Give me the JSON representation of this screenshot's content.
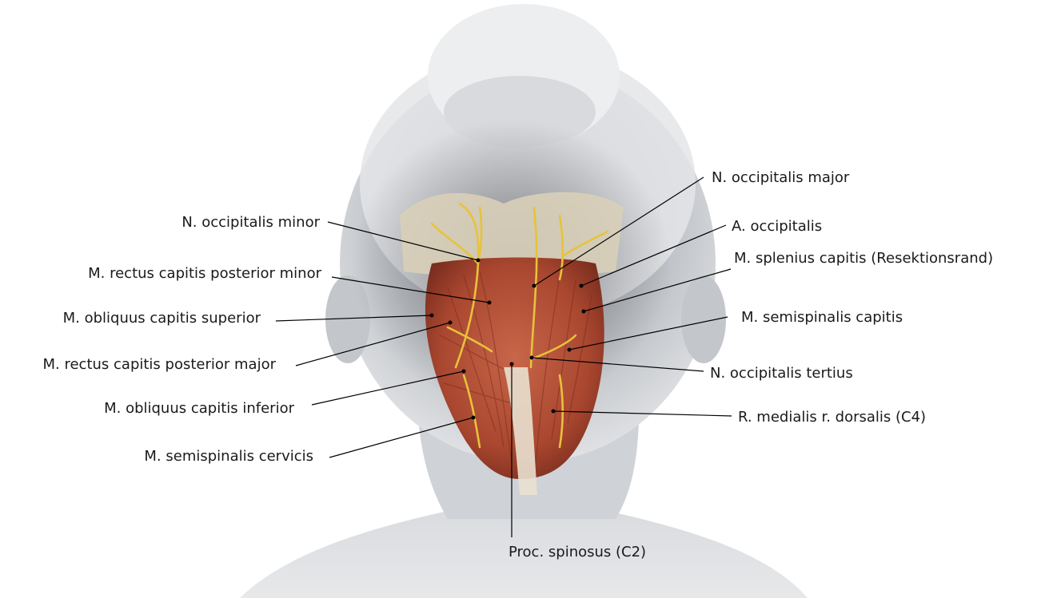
{
  "labels": {
    "n_occipitalis_minor": "N. occipitalis minor",
    "m_rectus_capitis_posterior_minor": "M. rectus capitis posterior minor",
    "m_obliquus_capitis_superior": "M. obliquus capitis superior",
    "m_rectus_capitis_posterior_major": "M. rectus capitis posterior major",
    "m_obliquus_capitis_inferior": "M. obliquus capitis inferior",
    "m_semispinalis_cervicis": "M. semispinalis cervicis",
    "n_occipitalis_major": "N. occipitalis major",
    "a_occipitalis": "A. occipitalis",
    "m_splenius_capitis": "M. splenius capitis (Resektionsrand)",
    "m_semispinalis_capitis": "M. semispinalis capitis",
    "n_occipitalis_tertius": "N. occipitalis tertius",
    "r_medialis_r_dorsalis": "R. medialis r. dorsalis (C4)",
    "proc_spinosus": "Proc. spinosus (C2)"
  },
  "colors": {
    "background": "#ffffff",
    "skin_gray": "#c9ccd1",
    "hair_light": "#e6e7ea",
    "muscle": "#b5553a",
    "nerve": "#e8c23a",
    "bone": "#e9e0d0"
  }
}
